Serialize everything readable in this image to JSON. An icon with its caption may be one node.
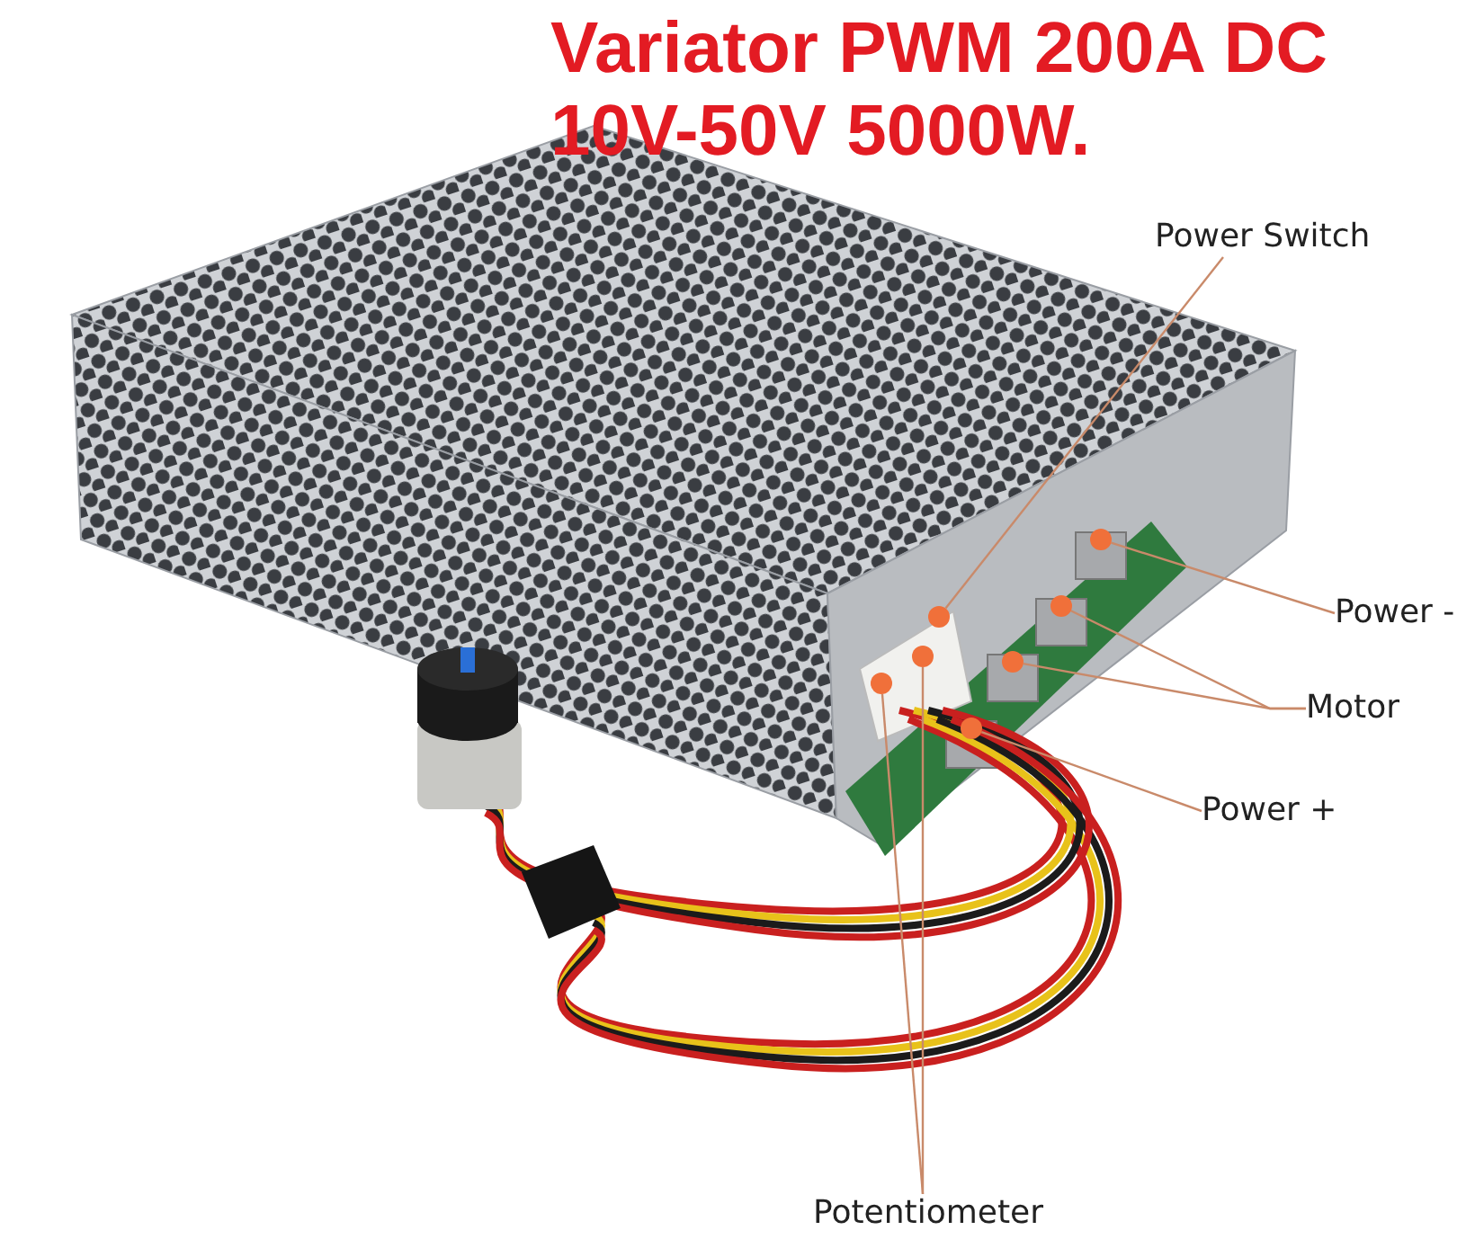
{
  "diagram": {
    "title": "Variator PWM 200A DC 10V-50V 5000W.",
    "nodes": [
      {
        "text": [
          "Power Switch"
        ]
      },
      {
        "text": [
          "Power -"
        ]
      },
      {
        "text": [
          "Motor"
        ]
      },
      {
        "text": [
          "Power +"
        ]
      },
      {
        "text": [
          "Potentiometer"
        ]
      },
      {
        "text": [],
        "shape": "circle"
      },
      {
        "text": [],
        "shape": "circle"
      },
      {
        "text": [],
        "shape": "circle"
      },
      {
        "text": [],
        "shape": "circle"
      },
      {
        "text": [],
        "shape": "circle"
      },
      {
        "text": [],
        "shape": "circle"
      },
      {
        "text": [],
        "shape": "circle"
      }
    ],
    "edges": [
      {
        "from": 0,
        "to": 5,
        "arrow": "none"
      },
      {
        "from": 1,
        "to": 6,
        "arrow": "none"
      },
      {
        "from": 2,
        "to": 7,
        "arrow": "none"
      },
      {
        "from": 2,
        "to": 8,
        "arrow": "none"
      },
      {
        "from": 3,
        "to": 9,
        "arrow": "none"
      },
      {
        "from": 4,
        "to": 10,
        "arrow": "none"
      },
      {
        "from": 4,
        "to": 11,
        "arrow": "none"
      }
    ]
  }
}
